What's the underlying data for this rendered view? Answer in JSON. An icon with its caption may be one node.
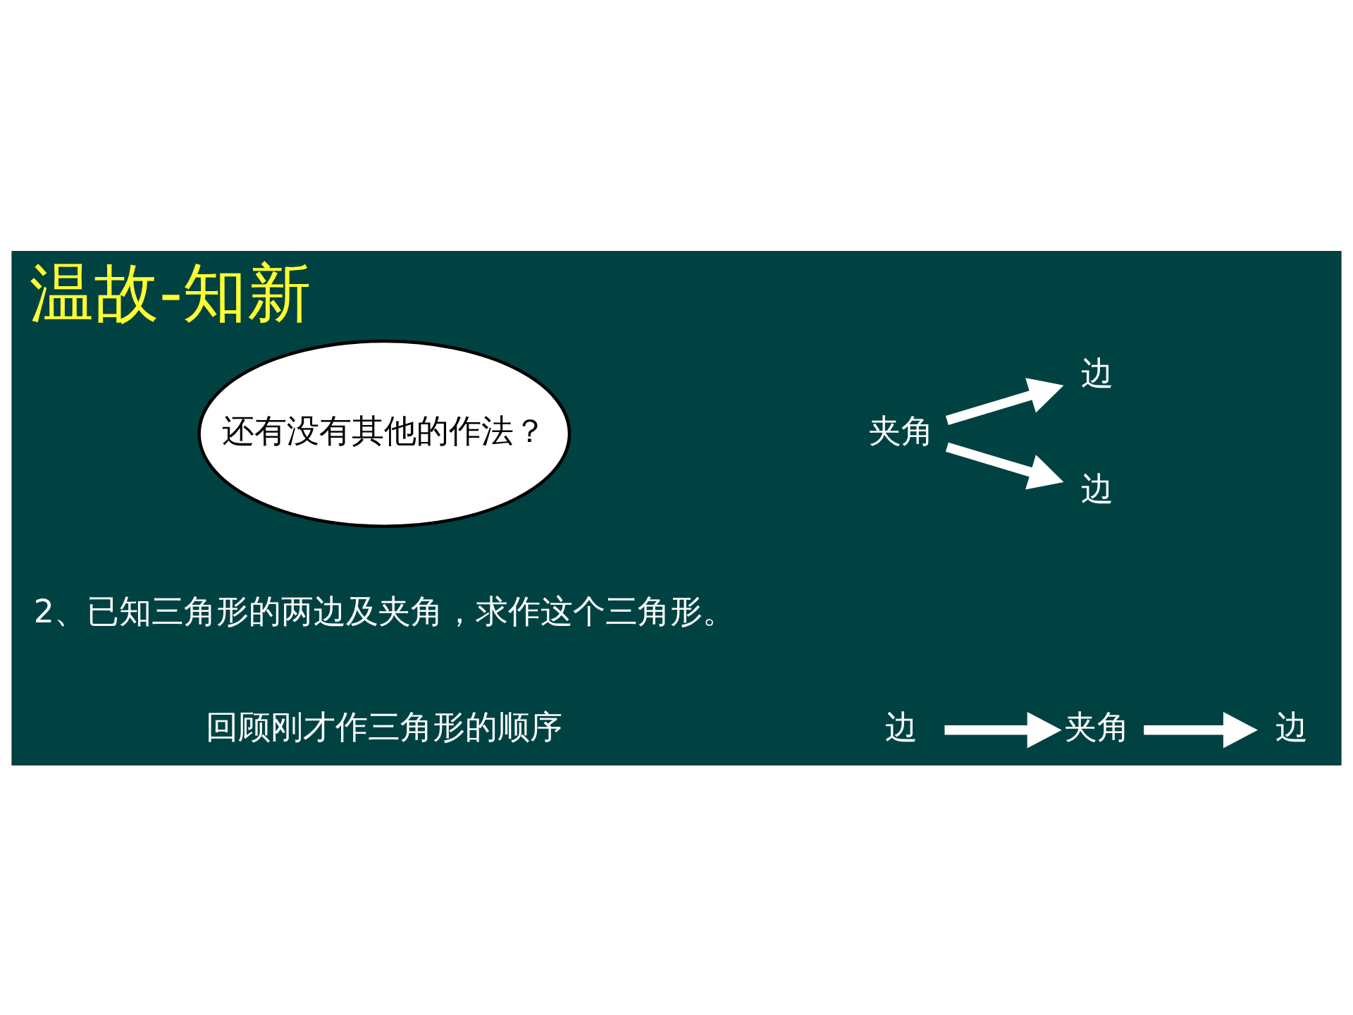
{
  "diagram": {
    "title": "温故-知新",
    "nodes": [
      {
        "text": [
          "边"
        ]
      },
      {
        "text": [
          "夹角"
        ]
      },
      {
        "text": [
          "边"
        ]
      },
      {
        "text": [
          "夹角"
        ]
      },
      {
        "text": [
          "边"
        ]
      },
      {
        "text": [
          "边"
        ]
      },
      {
        "text": [
          "还有没有其他的作法？"
        ]
      }
    ],
    "edges": [
      {
        "from": 0,
        "to": 1,
        "arrow": "to"
      },
      {
        "from": 1,
        "to": 2,
        "arrow": "to"
      },
      {
        "from": 3,
        "to": 4,
        "arrow": "to"
      },
      {
        "from": 3,
        "to": 5,
        "arrow": "to"
      }
    ],
    "labels": [
      "2、已知三角形的两边及夹角，求作这个三角形。",
      "回顾刚才作三角形的顺序"
    ]
  }
}
